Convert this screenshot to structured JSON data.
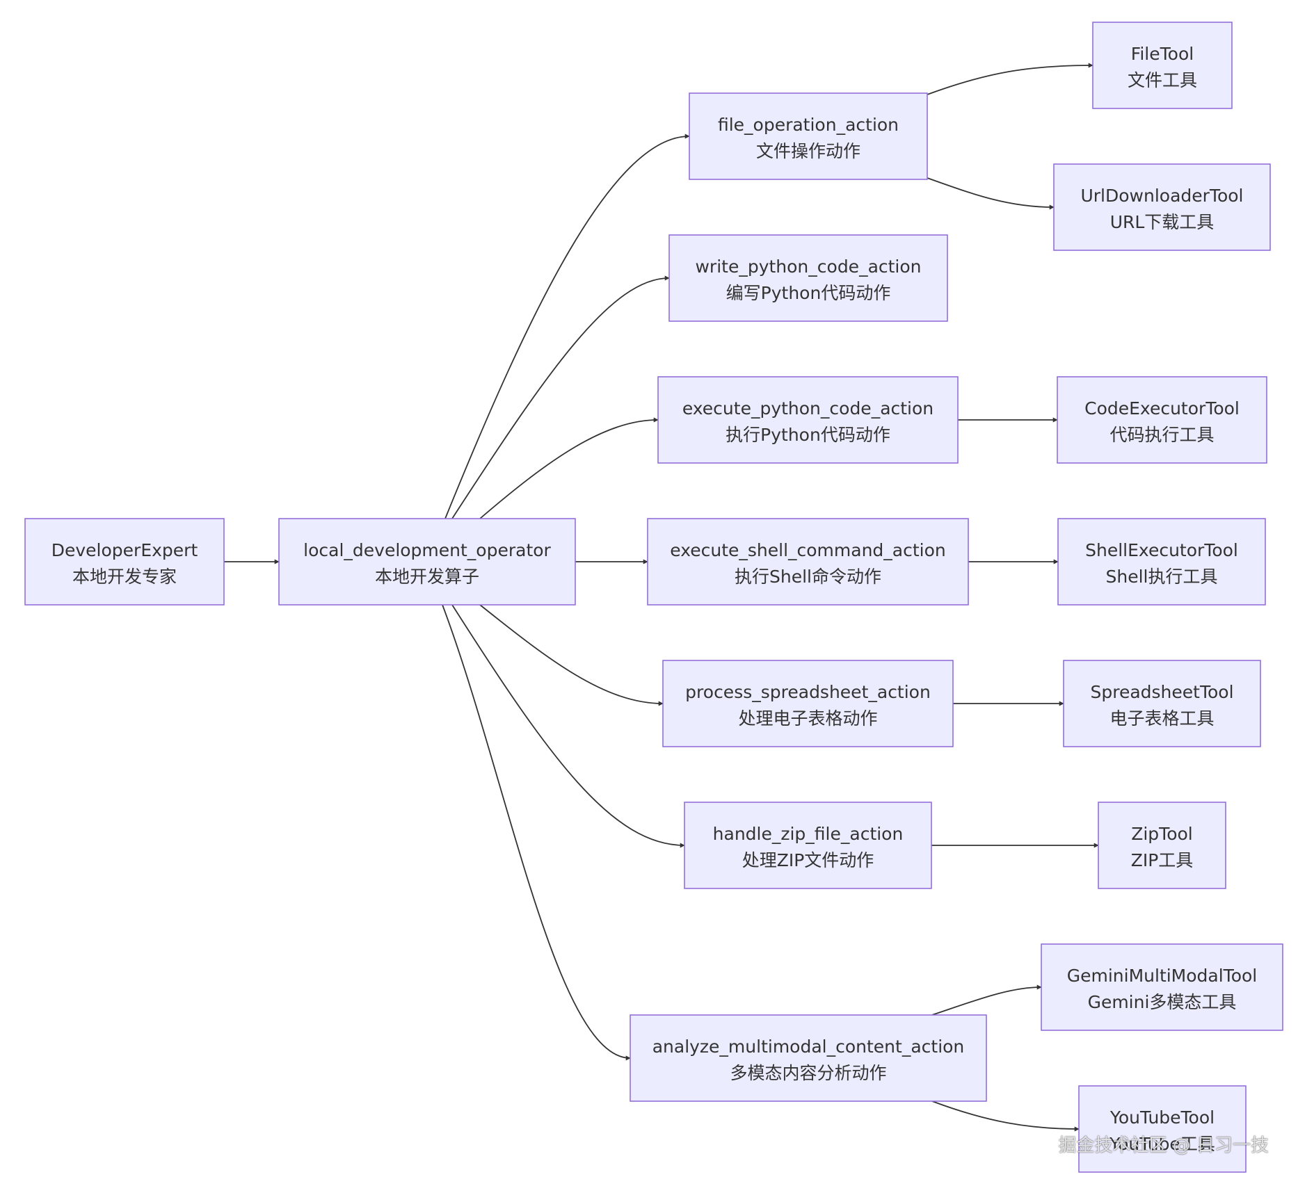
{
  "nodes": [
    {
      "id": "expert",
      "line1": "DeveloperExpert",
      "line2": "本地开发专家"
    },
    {
      "id": "operator",
      "line1": "local_development_operator",
      "line2": "本地开发算子"
    },
    {
      "id": "file_op",
      "line1": "file_operation_action",
      "line2": "文件操作动作"
    },
    {
      "id": "write_py",
      "line1": "write_python_code_action",
      "line2": "编写Python代码动作"
    },
    {
      "id": "exec_py",
      "line1": "execute_python_code_action",
      "line2": "执行Python代码动作"
    },
    {
      "id": "exec_shell",
      "line1": "execute_shell_command_action",
      "line2": "执行Shell命令动作"
    },
    {
      "id": "spreadsheet",
      "line1": "process_spreadsheet_action",
      "line2": "处理电子表格动作"
    },
    {
      "id": "zip",
      "line1": "handle_zip_file_action",
      "line2": "处理ZIP文件动作"
    },
    {
      "id": "multimodal",
      "line1": "analyze_multimodal_content_action",
      "line2": "多模态内容分析动作"
    },
    {
      "id": "filetool",
      "line1": "FileTool",
      "line2": "文件工具"
    },
    {
      "id": "urltool",
      "line1": "UrlDownloaderTool",
      "line2": "URL下载工具"
    },
    {
      "id": "codetool",
      "line1": "CodeExecutorTool",
      "line2": "代码执行工具"
    },
    {
      "id": "shelltool",
      "line1": "ShellExecutorTool",
      "line2": "Shell执行工具"
    },
    {
      "id": "sheettool",
      "line1": "SpreadsheetTool",
      "line2": "电子表格工具"
    },
    {
      "id": "ziptool",
      "line1": "ZipTool",
      "line2": "ZIP工具"
    },
    {
      "id": "geminitool",
      "line1": "GeminiMultiModalTool",
      "line2": "Gemini多模态工具"
    },
    {
      "id": "youtubetool",
      "line1": "YouTubeTool",
      "line2": "YouTube工具"
    }
  ],
  "edges": [
    {
      "from": "expert",
      "to": "operator"
    },
    {
      "from": "operator",
      "to": "file_op"
    },
    {
      "from": "operator",
      "to": "write_py"
    },
    {
      "from": "operator",
      "to": "exec_py"
    },
    {
      "from": "operator",
      "to": "exec_shell"
    },
    {
      "from": "operator",
      "to": "spreadsheet"
    },
    {
      "from": "operator",
      "to": "zip"
    },
    {
      "from": "operator",
      "to": "multimodal"
    },
    {
      "from": "file_op",
      "to": "filetool"
    },
    {
      "from": "file_op",
      "to": "urltool"
    },
    {
      "from": "exec_py",
      "to": "codetool"
    },
    {
      "from": "exec_shell",
      "to": "shelltool"
    },
    {
      "from": "spreadsheet",
      "to": "sheettool"
    },
    {
      "from": "zip",
      "to": "ziptool"
    },
    {
      "from": "multimodal",
      "to": "geminitool"
    },
    {
      "from": "multimodal",
      "to": "youtubetool"
    }
  ],
  "colors": {
    "node_fill": "#ECECFF",
    "node_stroke": "#9370DB",
    "edge": "#333333",
    "text": "#333333"
  },
  "watermark": "掘金技术社区 @ 日习一技"
}
